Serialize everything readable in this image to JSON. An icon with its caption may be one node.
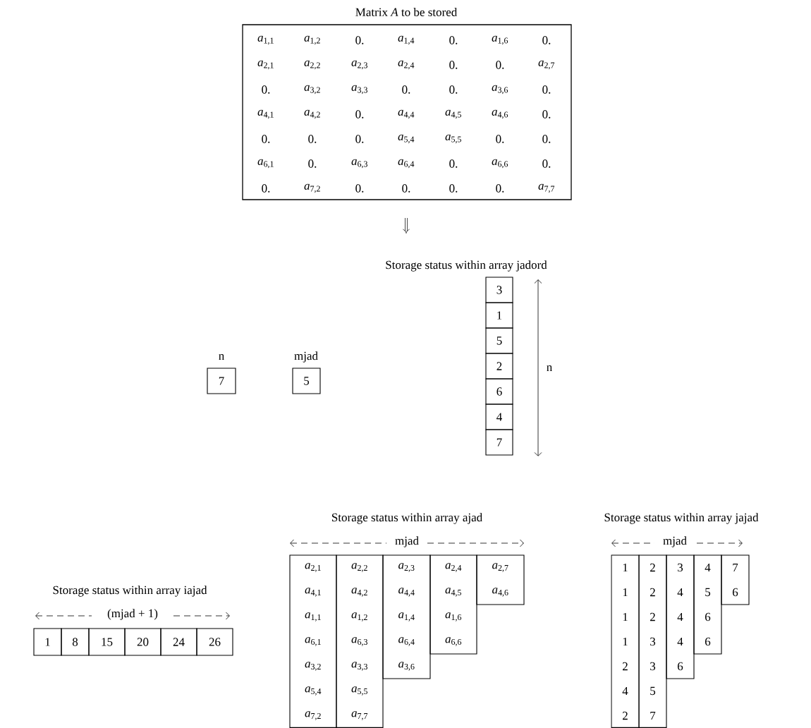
{
  "diagram": {
    "labels": [
      "Matrix *A* to be stored",
      "*a*$_{1,1}$",
      "*a*$_{1,2}$",
      "0.",
      "*a*$_{1,4}$",
      "0.",
      "*a*$_{1,6}$",
      "0.",
      "*a*$_{2,1}$",
      "*a*$_{2,2}$",
      "*a*$_{2,3}$",
      "*a*$_{2,4}$",
      "0.",
      "0.",
      "*a*$_{2,7}$",
      "0.",
      "*a*$_{3,2}$",
      "*a*$_{3,3}$",
      "0.",
      "0.",
      "*a*$_{3,6}$",
      "0.",
      "*a*$_{4,1}$",
      "*a*$_{4,2}$",
      "0.",
      "*a*$_{4,4}$",
      "*a*$_{4,5}$",
      "*a*$_{4,6}$",
      "0.",
      "0.",
      "0.",
      "0.",
      "*a*$_{5,4}$",
      "*a*$_{5,5}$",
      "0.",
      "0.",
      "*a*$_{6,1}$",
      "0.",
      "*a*$_{6,3}$",
      "*a*$_{6,4}$",
      "0.",
      "*a*$_{6,6}$",
      "0.",
      "0.",
      "*a*$_{7,2}$",
      "0.",
      "0.",
      "0.",
      "0.",
      "*a*$_{7,7}$",
      "Storage status within array jadord",
      "n",
      "mjad",
      "7",
      "5",
      "3",
      "1",
      "5",
      "2",
      "6",
      "4",
      "7",
      "n",
      "Storage status within array ajad",
      "Storage status within array jajad",
      "mjad",
      "mjad",
      "Storage status within array iajad",
      "(mjad + 1)",
      "1",
      "8",
      "15",
      "20",
      "24",
      "26",
      "*a*$_{2,1}$",
      "*a*$_{2,2}$",
      "*a*$_{2,3}$",
      "*a*$_{2,4}$",
      "*a*$_{2,7}$",
      "*a*$_{4,1}$",
      "*a*$_{4,2}$",
      "*a*$_{4,4}$",
      "*a*$_{4,5}$",
      "*a*$_{4,6}$",
      "*a*$_{1,1}$",
      "*a*$_{1,2}$",
      "*a*$_{1,4}$",
      "*a*$_{1,6}$",
      "*a*$_{6,1}$",
      "*a*$_{6,3}$",
      "*a*$_{6,4}$",
      "*a*$_{6,6}$",
      "*a*$_{3,2}$",
      "*a*$_{3,3}$",
      "*a*$_{3,6}$",
      "*a*$_{5,4}$",
      "*a*$_{5,5}$",
      "*a*$_{7,2}$",
      "*a*$_{7,7}$",
      "1",
      "2",
      "3",
      "4",
      "7",
      "1",
      "2",
      "4",
      "5",
      "6",
      "1",
      "2",
      "4",
      "6",
      "1",
      "3",
      "4",
      "6",
      "2",
      "3",
      "6",
      "4",
      "5",
      "2",
      "7"
    ]
  }
}
